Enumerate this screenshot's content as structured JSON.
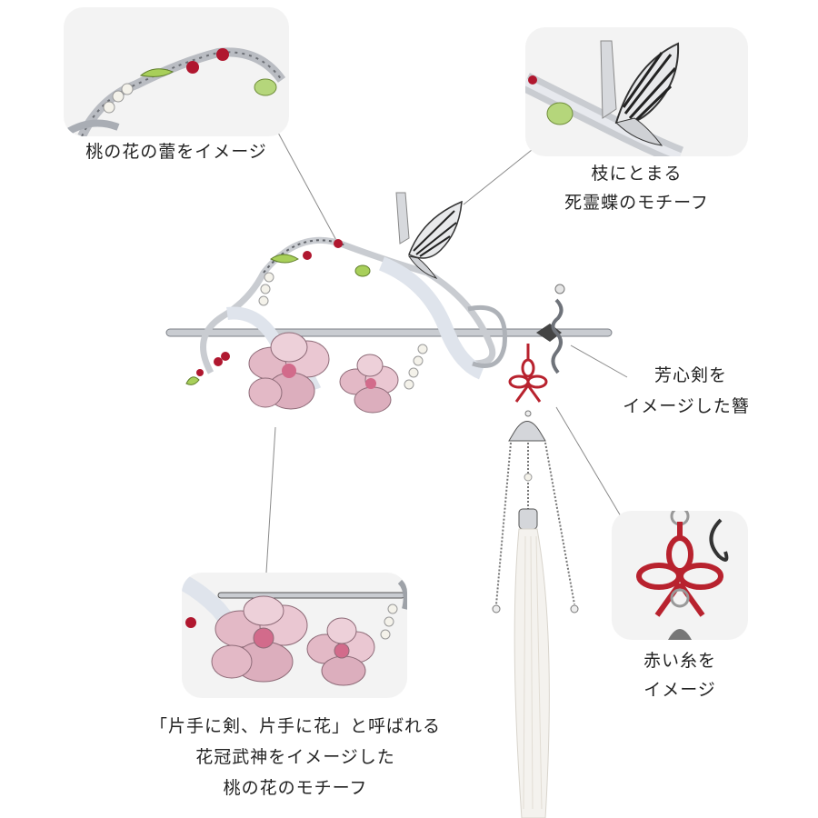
{
  "callouts": {
    "bud": {
      "label": "桃の花の蕾をイメージ",
      "icon": "peach-bud-closeup"
    },
    "butterfly": {
      "line1": "枝にとまる",
      "line2": "死霊蝶のモチーフ",
      "icon": "butterfly-closeup"
    },
    "sword": {
      "line1": "芳心剣を",
      "line2": "イメージした簪"
    },
    "red_thread": {
      "line1": "赤い糸を",
      "line2": "イメージ",
      "icon": "red-knot-closeup"
    },
    "flower": {
      "line1": "「片手に剣、片手に花」と呼ばれる",
      "line2": "花冠武神をイメージした",
      "line3": "桃の花のモチーフ",
      "icon": "peach-blossom-closeup"
    }
  },
  "colors": {
    "panel_bg": "#f3f3f3",
    "leader_line": "#8a8a8a",
    "silver": "#c9ccd1",
    "ruby": "#b0172f",
    "leaf_green": "#a8cf5a",
    "petal_pink": "#e3b9c6",
    "knot_red": "#b8222e",
    "tassel_white": "#f4f2ee"
  }
}
